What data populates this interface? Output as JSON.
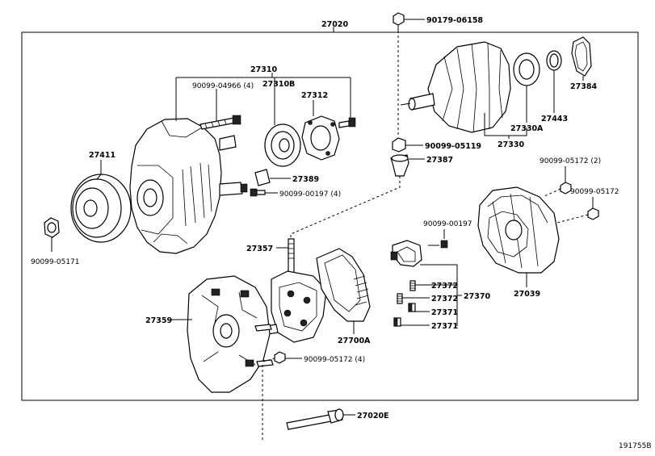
{
  "labels": {
    "assembly": "27020",
    "bolt_top": "90179-06158",
    "frame_group": "27310",
    "screw_4": "90099-04966 (4)",
    "sub_b": "27310B",
    "cover_27312": "27312",
    "rotor_27384": "27384",
    "bearing_27443": "27443",
    "retainer_27330a": "27330A",
    "rotor_27330": "27330",
    "nut_05119": "90099-05119",
    "bush_27387": "27387",
    "pulley": "27411",
    "plate_27389": "27389",
    "screw_00197_4": "90099-00197 (4)",
    "nut_05172_2": "90099-05172 (2)",
    "nut_05172": "90099-05172",
    "nut_05171": "90099-05171",
    "stud_27357": "27357",
    "screw_00197": "90099-00197",
    "spring_27372a": "27372",
    "spring_27372b": "27372",
    "brush_27371a": "27371",
    "brush_27371b": "27371",
    "holder_27370": "27370",
    "rear_cover_27039": "27039",
    "frame_27359": "27359",
    "regulator_27700a": "27700A",
    "nut_05172_4": "90099-05172 (4)",
    "through_bolt": "27020E",
    "figure_ref": "191755B"
  }
}
